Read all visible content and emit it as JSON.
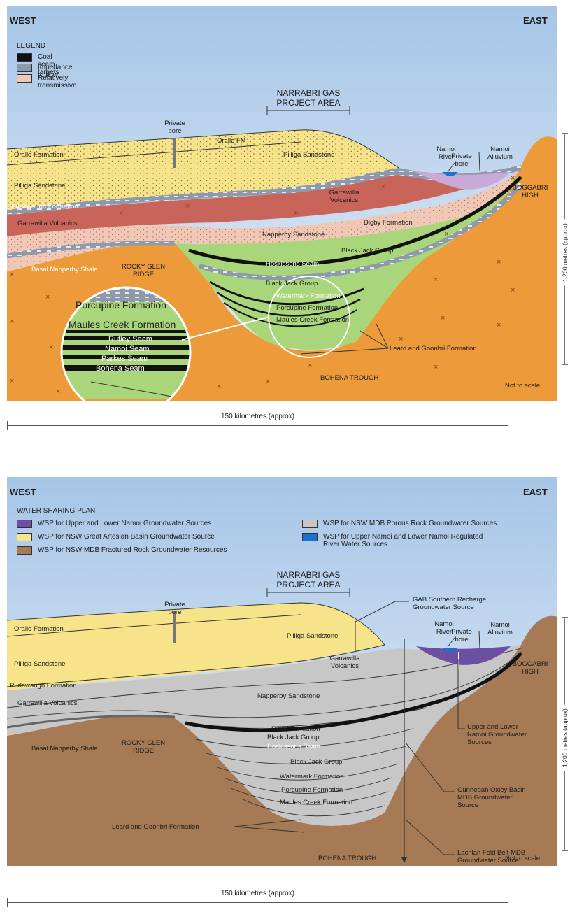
{
  "panel1": {
    "west": "WEST",
    "east": "EAST",
    "legend_title": "LEGEND",
    "legend": [
      {
        "label": "Coal seam targets",
        "color": "#111111"
      },
      {
        "label": "Impedance to flow",
        "color": "#8e9aab"
      },
      {
        "label": "Relatively transmissive",
        "color": "#f1c7b6"
      }
    ],
    "project_area": [
      "NARRABRI GAS",
      "PROJECT AREA"
    ],
    "private_bore": [
      "Private",
      "bore"
    ],
    "namoi_river": [
      "Namoi",
      "River"
    ],
    "private_bore_east": [
      "Private",
      "bore"
    ],
    "namoi_alluvium": [
      "Namoi",
      "Alluvium"
    ],
    "boggabri": [
      "BOGGABRI",
      "HIGH"
    ],
    "rocky_glen": [
      "ROCKY GLEN",
      "RIDGE"
    ],
    "labels": {
      "orallo_formation": "Orallo Formation",
      "orallo_fm": "Orallo FM",
      "pilliga_west": "Pilliga Sandstone",
      "pilliga_east": "Pilliga Sandstone",
      "purlawaugh": "Purlawaugh Formation",
      "garrawilla_west": "Garrawilla Volcanics",
      "garrawilla_east": [
        "Garrawilla",
        "Volcanics"
      ],
      "napperby": "Napperby Sandstone",
      "basal_napperby": "Basal Napperby Shale",
      "digby": "Digby Formation",
      "black_jack_1": "Black Jack Group",
      "black_jack_2": "Black Jack Group",
      "hoskissons": "Hoskissons Seam",
      "watermark": "Watermark Formation",
      "porcupine": "Porcupine Formation",
      "maules": "Maules Creek Formation",
      "leard": "Leard and Goonbri Formation",
      "bohena_trough": "BOHENA TROUGH",
      "not_to_scale": "Not to scale"
    },
    "inset": [
      "Porcupine Formation",
      "Maules Creek Formation",
      "Rutley Seam",
      "Namoi Seam",
      "Parkes Seam",
      "Bohena Seam"
    ],
    "scale": "150 kilometres (approx)",
    "vertical_scale": "1,200 metres (approx)"
  },
  "panel2": {
    "west": "WEST",
    "east": "EAST",
    "legend_title": "WATER SHARING PLAN",
    "legend": [
      {
        "label": "WSP for Upper and Lower Namoi Groundwater Sources",
        "color": "#6b4fa0"
      },
      {
        "label": "WSP for NSW Great Artesian Basin Groundwater Source",
        "color": "#f7e48a"
      },
      {
        "label": "WSP for NSW MDB Fractured Rock Groundwater Resources",
        "color": "#a57a55"
      },
      {
        "label": "WSP for NSW MDB Porous Rock Groundwater Sources",
        "color": "#c7c7c7"
      },
      {
        "label": "WSP for Upper Namoi and Lower Namoi Regulated",
        "label2": "River Water Sources",
        "color": "#1f6fd1"
      }
    ],
    "project_area": [
      "NARRABRI GAS",
      "PROJECT AREA"
    ],
    "gab_recharge": [
      "GAB Southern Recharge",
      "Groundwater Source"
    ],
    "private_bore": [
      "Private",
      "bore"
    ],
    "namoi_river": [
      "Namoi",
      "River"
    ],
    "private_bore_east": [
      "Private",
      "bore"
    ],
    "namoi_alluvium": [
      "Namoi",
      "Alluvium"
    ],
    "boggabri": [
      "BOGGABRI",
      "HIGH"
    ],
    "rocky_glen": [
      "ROCKY GLEN",
      "RIDGE"
    ],
    "upper_lower": [
      "Upper and Lower",
      "Namoi Groundwater",
      "Sources"
    ],
    "gunnedah": [
      "Gunnedah Oxley Basin",
      "MDB Groundwater",
      "Source"
    ],
    "lachlan": [
      "Lachlan Fold Belt MDB",
      "Groundwater Source"
    ],
    "labels": {
      "orallo_formation": "Orallo Formation",
      "pilliga_west": "Pilliga Sandstone",
      "pilliga_east": "Pilliga Sandstone",
      "purlawaugh": "Purlawaugh Formation",
      "garrawilla_west": "Garrawilla Volcanics",
      "garrawilla_east": [
        "Garrawilla",
        "Volcanics"
      ],
      "napperby": "Napperby Sandstone",
      "basal_napperby": "Basal Napperby Shale",
      "digby": "Digby Formation",
      "black_jack_1": "Black Jack Group",
      "hoskissons": "Hoskissons Seam",
      "black_jack_2": "Black Jack Group",
      "watermark": "Watermark Formation",
      "porcupine": "Porcupine Formation",
      "maules": "Maules Creek Formation",
      "leard": "Leard and Goonbri Formation",
      "bohena_trough": "BOHENA TROUGH",
      "not_to_scale": "Not to scale"
    },
    "scale": "150 kilometres (approx)",
    "vertical_scale": "1,200 metres (approx)"
  }
}
